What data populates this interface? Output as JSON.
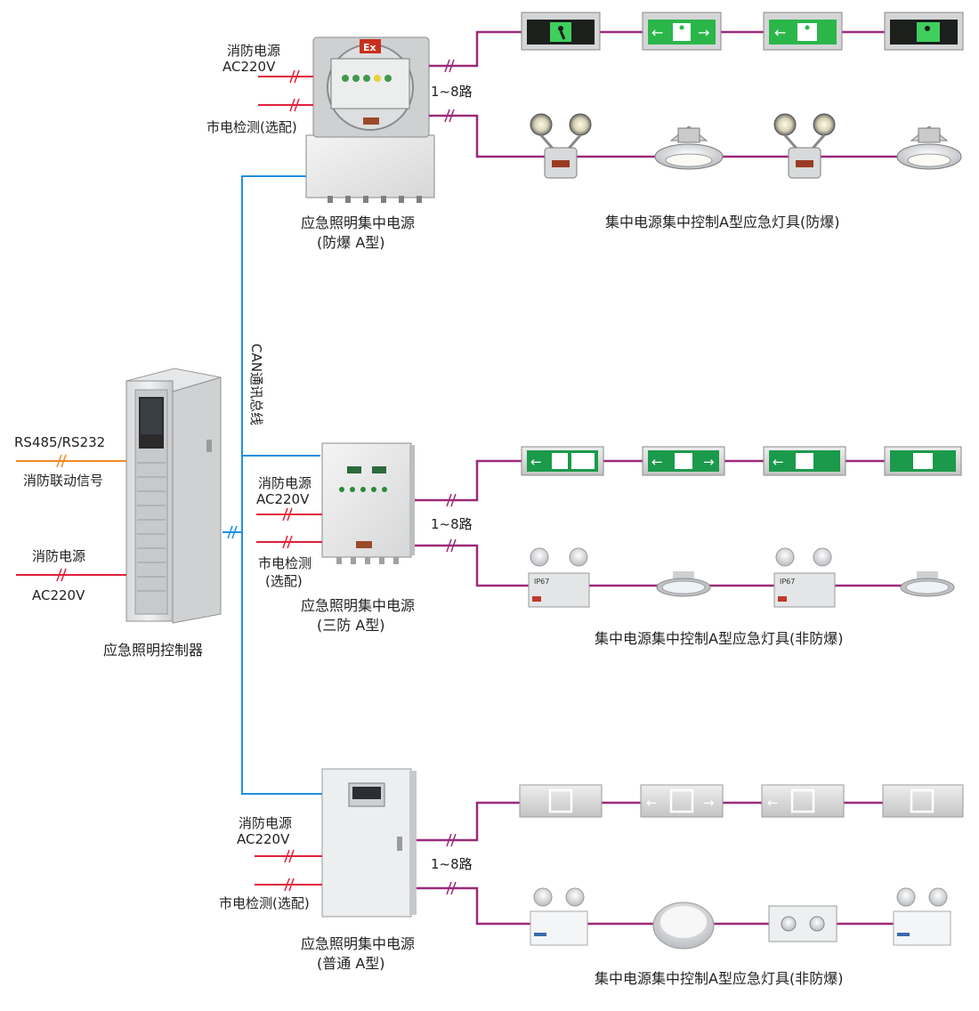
{
  "controller": {
    "signal_top": "RS485/RS232",
    "signal_bottom": "消防联动信号",
    "power_top": "消防电源",
    "power_bottom": "AC220V",
    "caption": "应急照明控制器"
  },
  "bus_label": "CAN通讯总线",
  "branches": [
    {
      "input_power": "消防电源",
      "input_voltage": "AC220V",
      "mains_detect": "市电检测(选配)",
      "route_label": "1~8路",
      "caption_line1": "应急照明集中电源",
      "caption_line2": "(防爆  A型)",
      "fixtures_caption": "集中电源集中控制A型应急灯具(防爆)",
      "ex_mark": "Ex"
    },
    {
      "input_power": "消防电源",
      "input_voltage": "AC220V",
      "mains_detect_line1": "市电检测",
      "mains_detect_line2": "(选配)",
      "route_label": "1~8路",
      "caption_line1": "应急照明集中电源",
      "caption_line2": "(三防  A型)",
      "fixtures_caption": "集中电源集中控制A型应急灯具(非防爆)",
      "ip_mark_1": "IP67",
      "ip_mark_2": "IP67"
    },
    {
      "input_power": "消防电源",
      "input_voltage": "AC220V",
      "mains_detect": "市电检测(选配)",
      "route_label": "1~8路",
      "caption_line1": "应急照明集中电源",
      "caption_line2": "(普通  A型)",
      "fixtures_caption": "集中电源集中控制A型应急灯具(非防爆)"
    }
  ],
  "colors": {
    "bus": "#1e90e0",
    "signal_line": "#f08a24",
    "power_line": "#e0203a",
    "circuit_line": "#9b2a7a",
    "exit_sign_green": "#1a9a4a"
  }
}
